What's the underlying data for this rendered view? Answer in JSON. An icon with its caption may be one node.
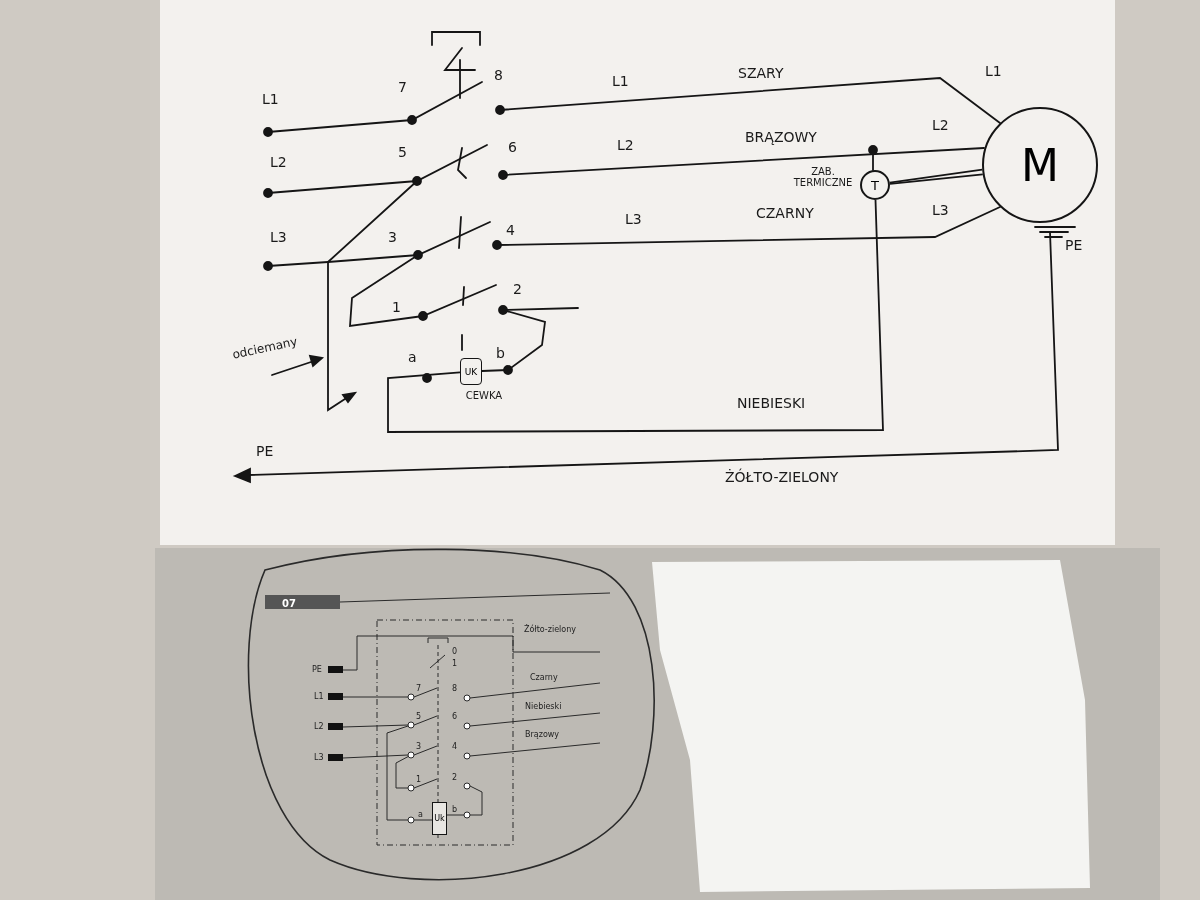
{
  "diagram": {
    "nodes": [
      {
        "text": [
          "M"
        ]
      },
      {
        "text": [
          "T"
        ],
        "beside": [
          "ZAB. TERMICZNE"
        ]
      },
      {
        "text": [
          "UK"
        ],
        "beside": [
          "CEWKA"
        ]
      },
      {
        "text": [
          "Uk"
        ]
      }
    ],
    "edges": [
      {
        "from": 1,
        "to": 0,
        "arrow": "none"
      },
      {
        "from": 1,
        "to": 0,
        "arrow": "none"
      },
      {
        "from": 1,
        "to": 2,
        "arrow": "none",
        "label": "NIEBIESKI"
      }
    ],
    "labels": [
      "L1",
      "7",
      "8",
      "L1",
      "SZARY",
      "L1",
      "L2",
      "5",
      "6",
      "L2",
      "BRĄZOWY",
      "L2",
      "L3",
      "3",
      "4",
      "L3",
      "CZARNY",
      "L3",
      "PE",
      "1",
      "2",
      "odciemany",
      "a",
      "b",
      "PE",
      "ŻÓŁTO-ZIELONY",
      "07",
      "Żółto-zielony",
      "0",
      "1",
      "PE",
      "L1",
      "7",
      "8",
      "Czarny",
      "Niebieski",
      "L2",
      "5",
      "6",
      "Brązowy",
      "L3",
      "3",
      "4",
      "1",
      "2",
      "a",
      "b"
    ]
  }
}
